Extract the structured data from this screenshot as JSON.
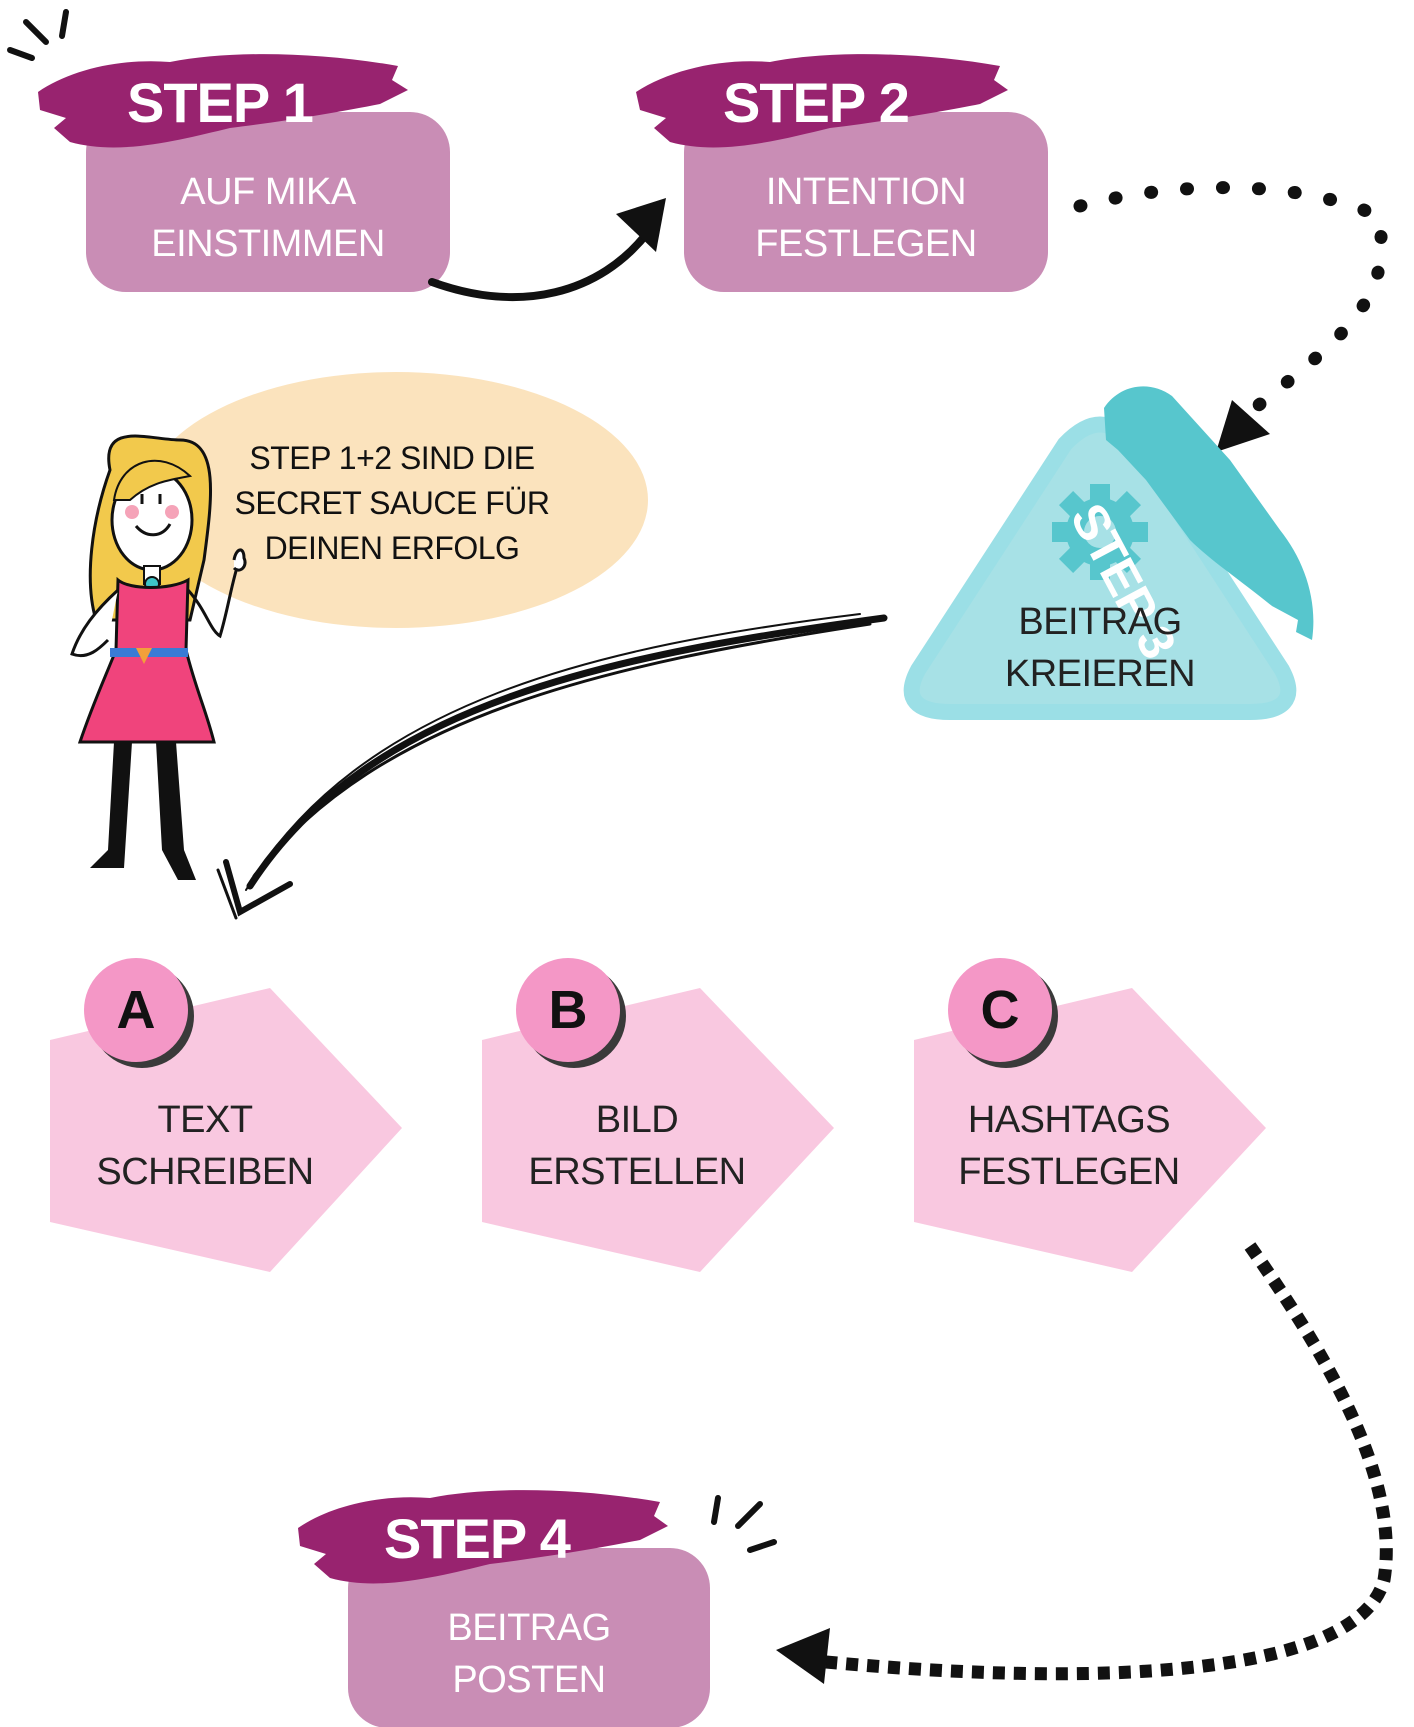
{
  "colors": {
    "step_brush": "#98236f",
    "step_box": "#c98db5",
    "step3_fill": "#a7e1e6",
    "step3_stroke": "#9bdfe6",
    "step3_brush": "#57c6cd",
    "sub_box": "#f9c8e0",
    "sub_circle": "#f497c6",
    "bubble": "#fbe3bd",
    "arrow": "#111111"
  },
  "steps": [
    {
      "id": "step1",
      "label": "STEP 1",
      "lines": [
        "AUF MIKA",
        "EINSTIMMEN"
      ]
    },
    {
      "id": "step2",
      "label": "STEP 2",
      "lines": [
        "INTENTION",
        "FESTLEGEN"
      ]
    },
    {
      "id": "step3",
      "label": "STEP 3",
      "lines": [
        "BEITRAG",
        "KREIEREN"
      ],
      "icon": "gear-icon"
    },
    {
      "id": "step4",
      "label": "STEP 4",
      "lines": [
        "BEITRAG",
        "POSTEN"
      ]
    }
  ],
  "substeps": [
    {
      "letter": "A",
      "lines": [
        "TEXT",
        "SCHREIBEN"
      ]
    },
    {
      "letter": "B",
      "lines": [
        "BILD",
        "ERSTELLEN"
      ]
    },
    {
      "letter": "C",
      "lines": [
        "HASHTAGS",
        "FESTLEGEN"
      ]
    }
  ],
  "speech_bubble": {
    "lines": [
      "STEP 1+2 SIND DIE",
      "SECRET SAUCE FÜR",
      "DEINEN ERFOLG"
    ]
  },
  "character": {
    "icon": "cartoon-woman-icon"
  }
}
